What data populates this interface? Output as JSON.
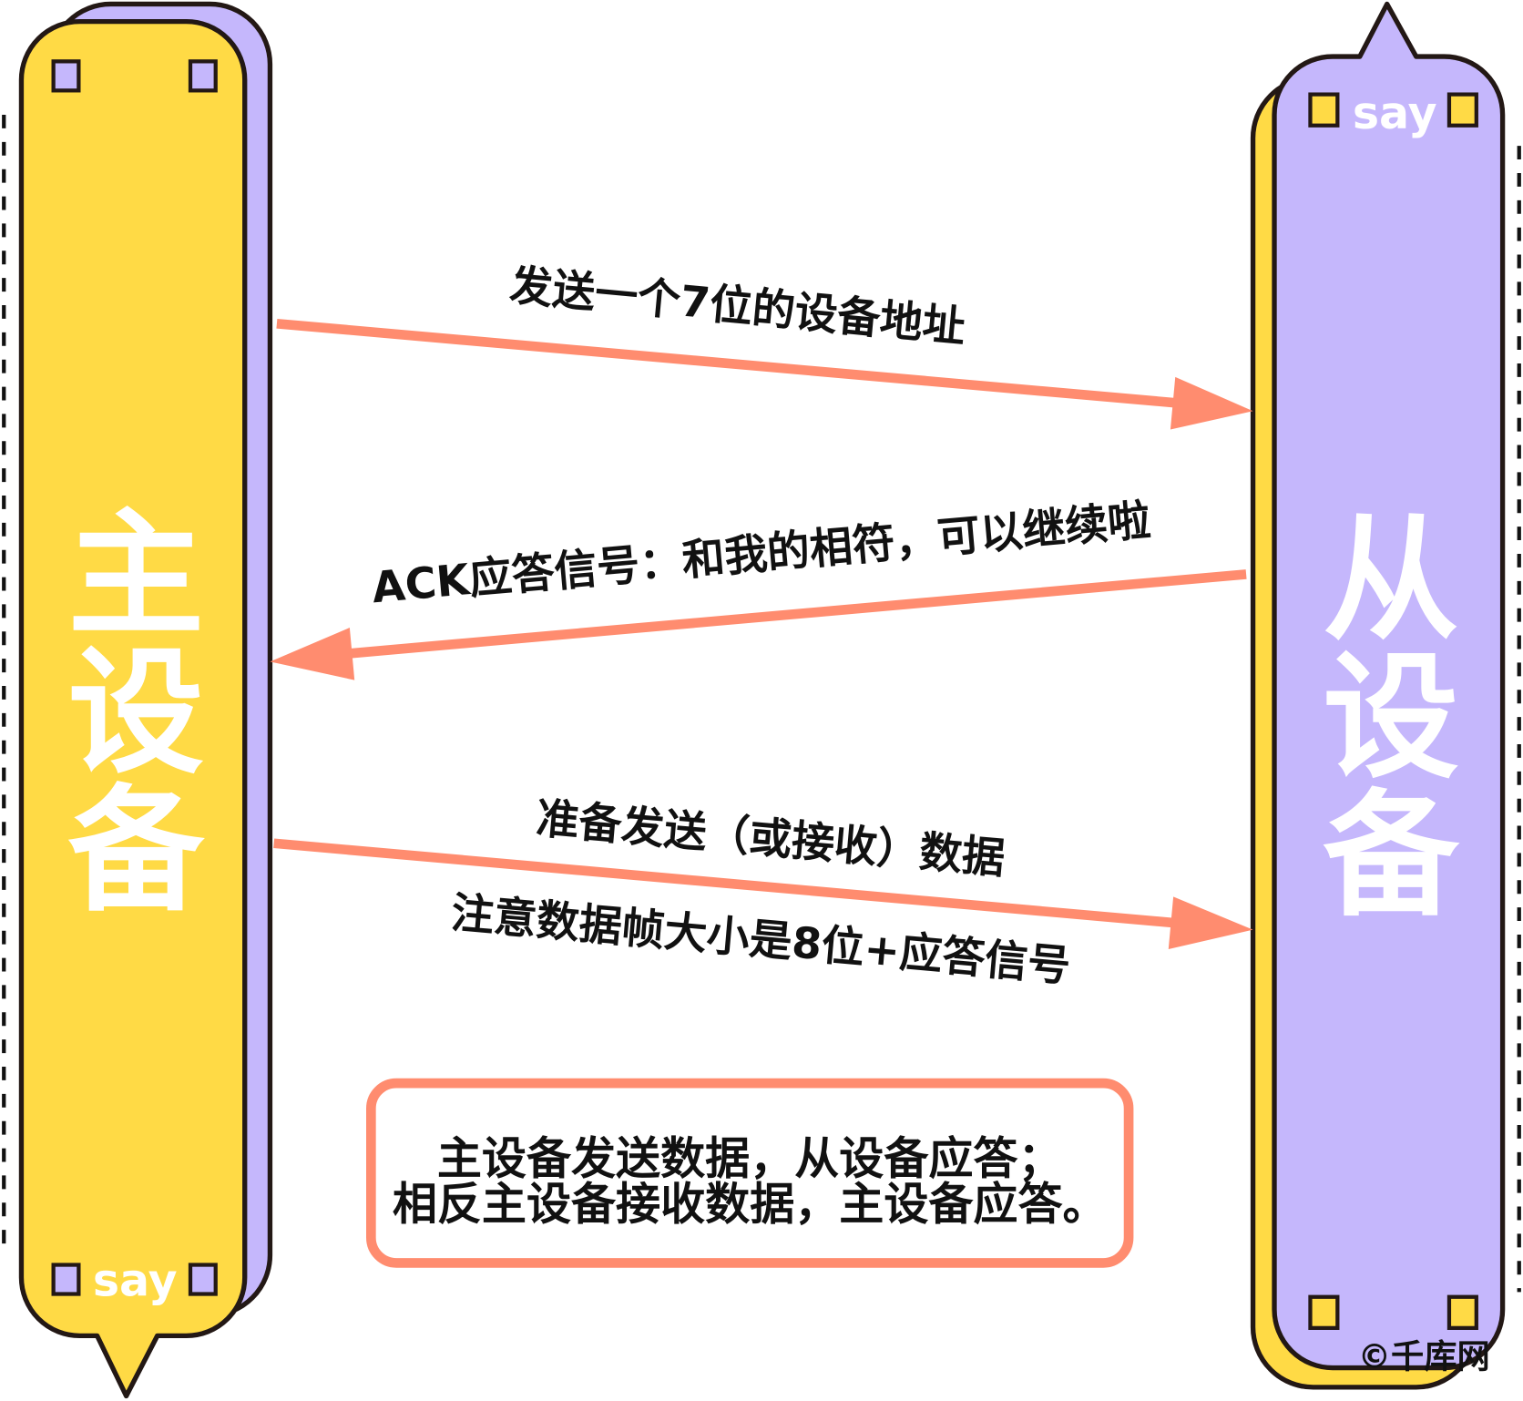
{
  "colors": {
    "yellow": "#FFDA45",
    "purple": "#C5B7FC",
    "arrow": "#FF8C6F",
    "outline": "#231815"
  },
  "master": {
    "title": "主设备",
    "say": "say"
  },
  "slave": {
    "title": "从设备",
    "say": "say"
  },
  "arrows": [
    {
      "direction": "master-to-slave",
      "label": "发送一个7位的设备地址"
    },
    {
      "direction": "slave-to-master",
      "label": "ACK应答信号：和我的相符，可以继续啦"
    },
    {
      "direction": "master-to-slave",
      "label": "准备发送（或接收）数据",
      "sublabel": "注意数据帧大小是8位+应答信号"
    }
  ],
  "note": {
    "line1": "主设备发送数据，从设备应答；",
    "line2": "相反主设备接收数据，主设备应答。"
  },
  "watermark": "©千库网"
}
